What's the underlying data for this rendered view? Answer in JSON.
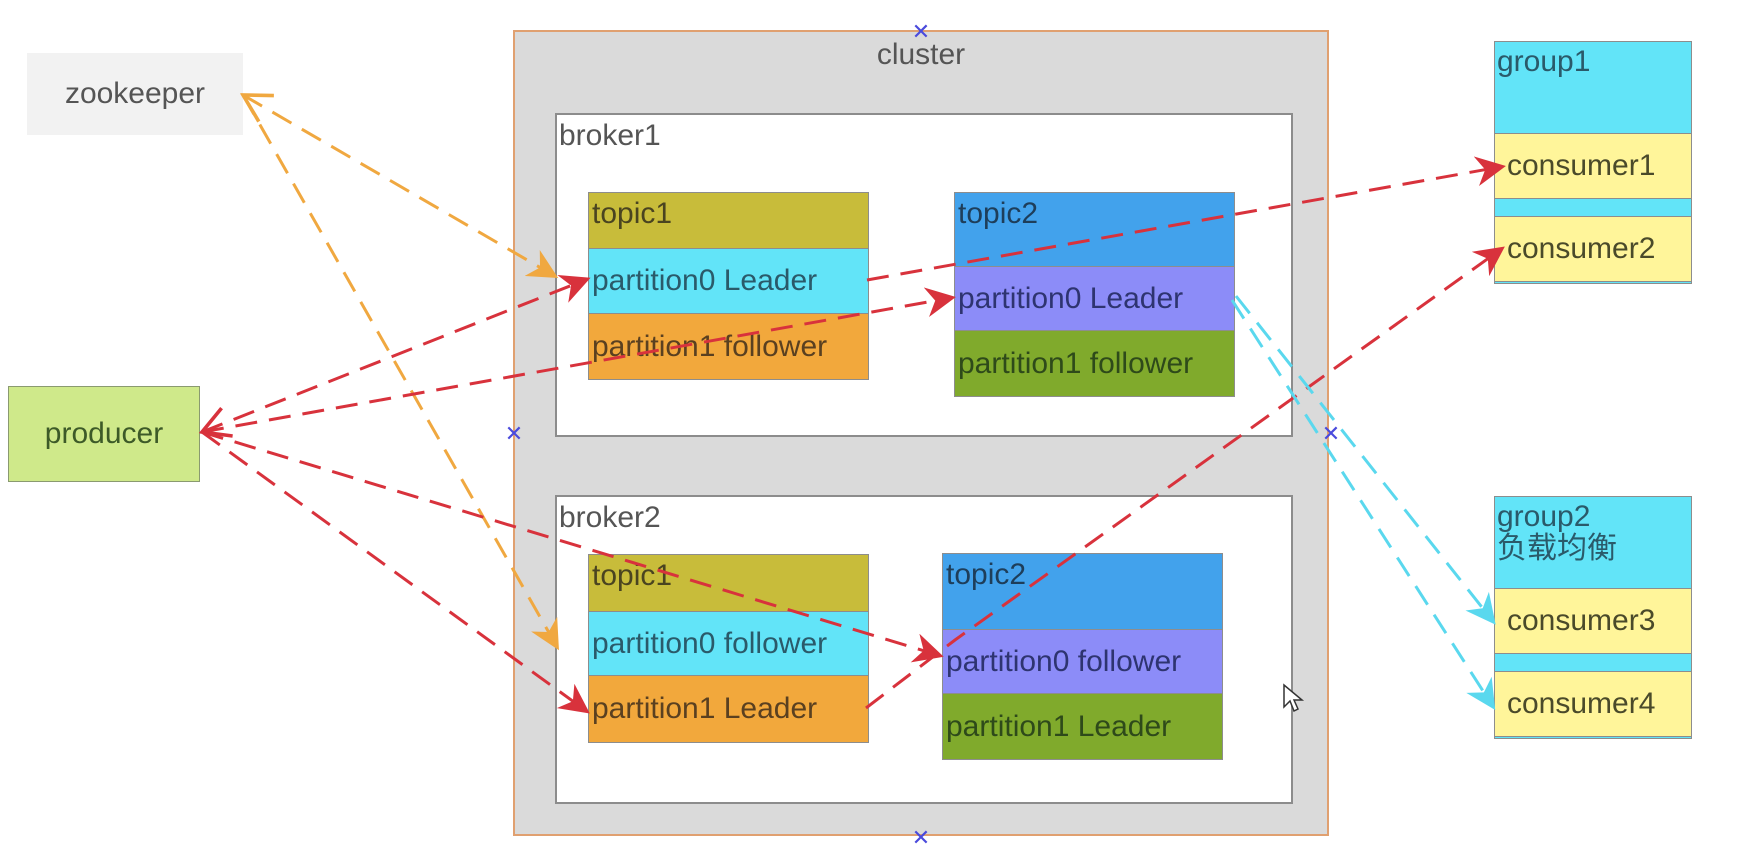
{
  "zookeeper": {
    "label": "zookeeper"
  },
  "producer": {
    "label": "producer"
  },
  "cluster": {
    "label": "cluster",
    "brokers": [
      {
        "label": "broker1",
        "topics": [
          {
            "name": "topic1",
            "partitions": [
              "partition0 Leader",
              "partition1 follower"
            ]
          },
          {
            "name": "topic2",
            "partitions": [
              "partition0 Leader",
              "partition1 follower"
            ]
          }
        ]
      },
      {
        "label": "broker2",
        "topics": [
          {
            "name": "topic1",
            "partitions": [
              "partition0 follower",
              "partition1 Leader"
            ]
          },
          {
            "name": "topic2",
            "partitions": [
              "partition0 follower",
              "partition1 Leader"
            ]
          }
        ]
      }
    ]
  },
  "groups": [
    {
      "label": "group1",
      "sublabel": "",
      "consumers": [
        "consumer1",
        "consumer2"
      ]
    },
    {
      "label": "group2",
      "sublabel": "负载均衡",
      "consumers": [
        "consumer3",
        "consumer4"
      ]
    }
  ],
  "colors": {
    "topic1_header": "#c8bc3a",
    "topic1_p0": "#62e4f8",
    "topic1_p1": "#f2a83c",
    "topic2_header": "#42a2ec",
    "topic2_p0": "#8c8cf8",
    "topic2_p1": "#80aa2c",
    "arrow_zookeeper": "#f0a840",
    "arrow_producer": "#d8323c",
    "arrow_group2": "#5ad8ee"
  },
  "connections": [
    {
      "from": "zookeeper",
      "to": "broker1",
      "style": "dashed",
      "color_key": "arrow_zookeeper"
    },
    {
      "from": "zookeeper",
      "to": "broker2",
      "style": "dashed",
      "color_key": "arrow_zookeeper"
    },
    {
      "from": "producer",
      "to": "broker1.topic1.partition0 Leader",
      "style": "dashed",
      "color_key": "arrow_producer"
    },
    {
      "from": "producer",
      "to": "broker1.topic2.partition0 Leader",
      "style": "dashed",
      "color_key": "arrow_producer"
    },
    {
      "from": "producer",
      "to": "broker2.topic2.partition0 follower",
      "style": "dashed",
      "color_key": "arrow_producer"
    },
    {
      "from": "producer",
      "to": "broker2.topic1.partition1 Leader",
      "style": "dashed",
      "color_key": "arrow_producer"
    },
    {
      "from": "broker1.topic1.partition0 Leader",
      "to": "consumer1",
      "style": "dashed",
      "color_key": "arrow_producer"
    },
    {
      "from": "broker2.topic1.partition1 Leader",
      "to": "consumer2",
      "style": "dashed",
      "color_key": "arrow_producer"
    },
    {
      "from": "broker1.topic2.partition0 Leader",
      "to": "consumer3",
      "style": "dashed",
      "color_key": "arrow_group2"
    },
    {
      "from": "broker1.topic2.partition0 Leader",
      "to": "consumer4",
      "style": "dashed",
      "color_key": "arrow_group2"
    }
  ]
}
